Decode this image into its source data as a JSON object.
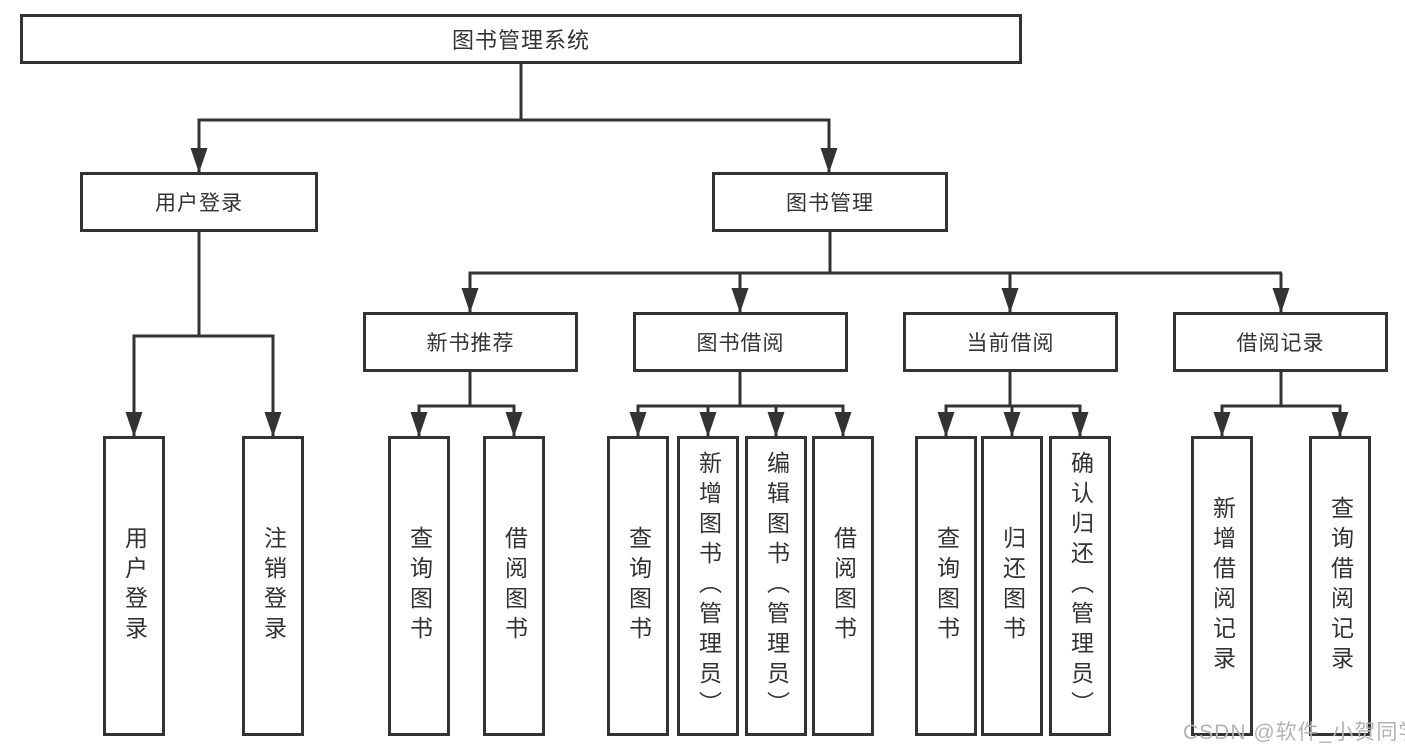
{
  "diagram": {
    "type": "hierarchy-tree",
    "nodes": {
      "root": {
        "label": "图书管理系统"
      },
      "user_login": {
        "label": "用户登录"
      },
      "book_mgmt": {
        "label": "图书管理"
      },
      "new_book_rec": {
        "label": "新书推荐"
      },
      "book_borrow": {
        "label": "图书借阅"
      },
      "current_borrow": {
        "label": "当前借阅"
      },
      "borrow_records": {
        "label": "借阅记录"
      },
      "leaf_user_login": {
        "label": "用户登录"
      },
      "leaf_logout": {
        "label": "注销登录"
      },
      "leaf_nbr_query": {
        "label": "查询图书"
      },
      "leaf_nbr_borrow": {
        "label": "借阅图书"
      },
      "leaf_bb_query": {
        "label": "查询图书"
      },
      "leaf_bb_add": {
        "label": "新增图书（管理员）"
      },
      "leaf_bb_edit": {
        "label": "编辑图书（管理员）"
      },
      "leaf_bb_borrow": {
        "label": "借阅图书"
      },
      "leaf_cb_query": {
        "label": "查询图书"
      },
      "leaf_cb_return": {
        "label": "归还图书"
      },
      "leaf_cb_confirm": {
        "label": "确认归还（管理员）"
      },
      "leaf_br_add": {
        "label": "新增借阅记录"
      },
      "leaf_br_query": {
        "label": "查询借阅记录"
      }
    },
    "hierarchy": {
      "图书管理系统": [
        "用户登录",
        "图书管理"
      ],
      "用户登录": [
        "用户登录",
        "注销登录"
      ],
      "图书管理": [
        "新书推荐",
        "图书借阅",
        "当前借阅",
        "借阅记录"
      ],
      "新书推荐": [
        "查询图书",
        "借阅图书"
      ],
      "图书借阅": [
        "查询图书",
        "新增图书（管理员）",
        "编辑图书（管理员）",
        "借阅图书"
      ],
      "当前借阅": [
        "查询图书",
        "归还图书",
        "确认归还（管理员）"
      ],
      "借阅记录": [
        "新增借阅记录",
        "查询借阅记录"
      ]
    },
    "colors": {
      "line": "#333333",
      "box_border": "#333333",
      "box_fill": "#ffffff",
      "text": "#333333",
      "page_background": "#ffffff",
      "watermark": "#b3b3b3"
    }
  },
  "watermark": {
    "text": "CSDN @软件_小贺同学"
  }
}
